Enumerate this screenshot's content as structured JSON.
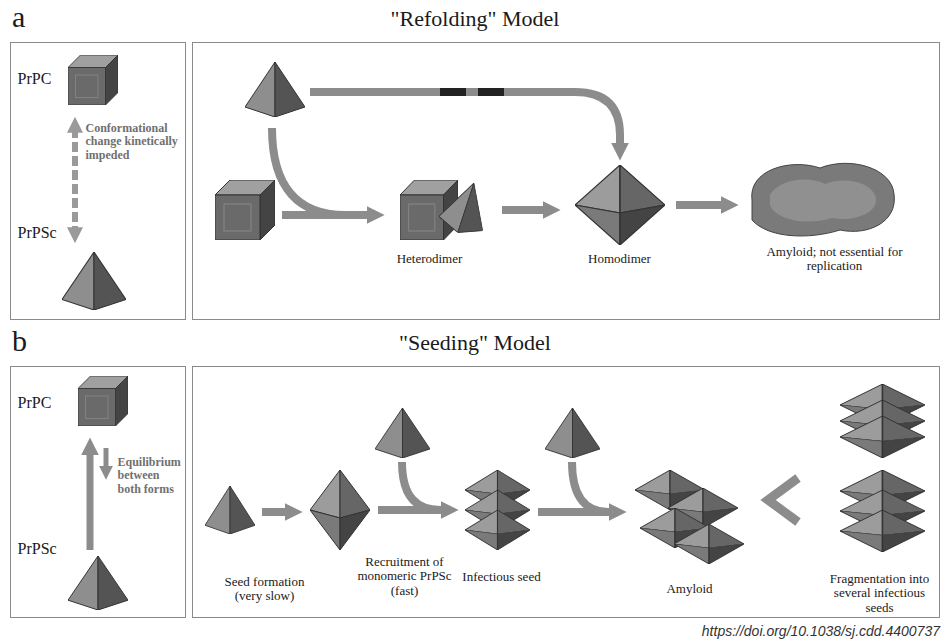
{
  "diagram": {
    "nodes": [
      {
        "text": [
          "PrPC",
          "Conformational change kinetically impeded",
          "PrPSc"
        ]
      },
      {
        "text": [
          "Heterodimer",
          "Homodimer",
          "Amyloid; not essential for replication"
        ]
      },
      {
        "text": [
          "PrPC",
          "Equilibrium between both forms",
          "PrPSc"
        ]
      },
      {
        "text": [
          "Seed formation (very slow)",
          "Recruitment of monomeric PrPSc (fast)",
          "Infectious seed",
          "Amyloid",
          "Fragmentation into several infectious seeds"
        ]
      }
    ],
    "labels": [
      "a",
      "\"Refolding\" Model",
      "b",
      "\"Seeding\" Model",
      "https://doi.org/10.1038/sj.cdd.4400737"
    ]
  }
}
